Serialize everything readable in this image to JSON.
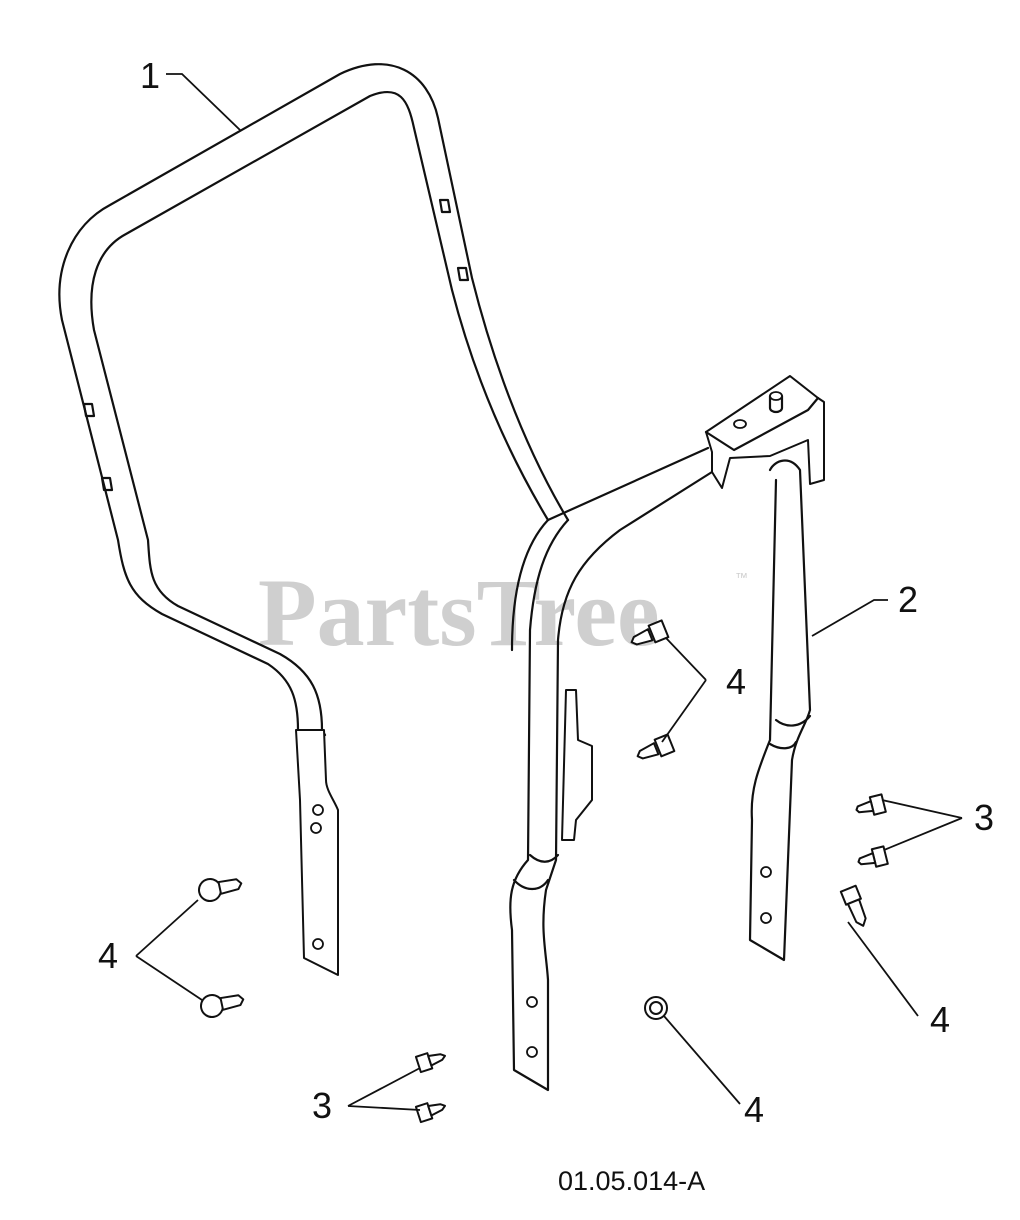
{
  "watermark": {
    "text": "PartsTree",
    "trademark": "™"
  },
  "figure_id": "01.05.014-A",
  "callouts": {
    "part_1": "1",
    "part_2": "2",
    "part_3_right": "3",
    "part_3_bottom": "3",
    "part_4_middle": "4",
    "part_4_left": "4",
    "part_4_bottom": "4",
    "part_4_right": "4"
  }
}
